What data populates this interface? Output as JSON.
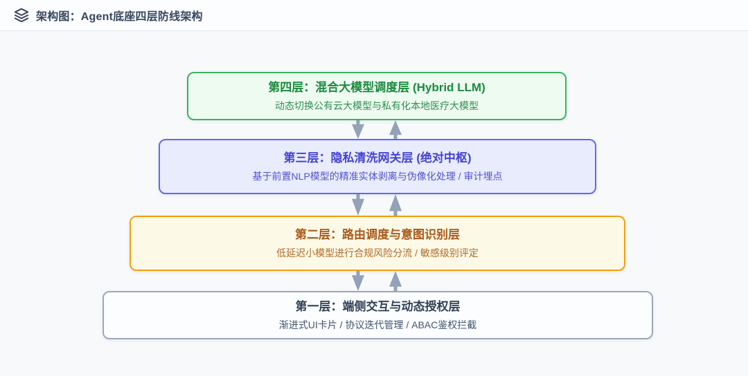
{
  "header": {
    "icon": "layers-icon",
    "title": "架构图：Agent底座四层防线架构"
  },
  "diagram": {
    "layers": [
      {
        "title": "第四层：混合大模型调度层 (Hybrid LLM)",
        "subtitle": "动态切换公有云大模型与私有化本地医疗大模型",
        "accent": "#36b45c",
        "background": "#eefbf1"
      },
      {
        "title": "第三层：隐私清洗网关层 (绝对中枢)",
        "subtitle": "基于前置NLP模型的精准实体剥离与伪像化处理 / 审计埋点",
        "accent": "#6366f1",
        "background": "#e9ecfd"
      },
      {
        "title": "第二层：路由调度与意图识别层",
        "subtitle": "低延迟小模型进行合规风险分流 / 敏感级别评定",
        "accent": "#f59e0b",
        "background": "#fdf9e7"
      },
      {
        "title": "第一层：端侧交互与动态授权层",
        "subtitle": "渐进式UI卡片 / 协议迭代管理 / ABAC鉴权拦截",
        "accent": "#9aa7ba",
        "background": "#fcfdfe"
      }
    ],
    "arrows": {
      "color": "#93a2b6",
      "direction": "bidirectional"
    }
  }
}
